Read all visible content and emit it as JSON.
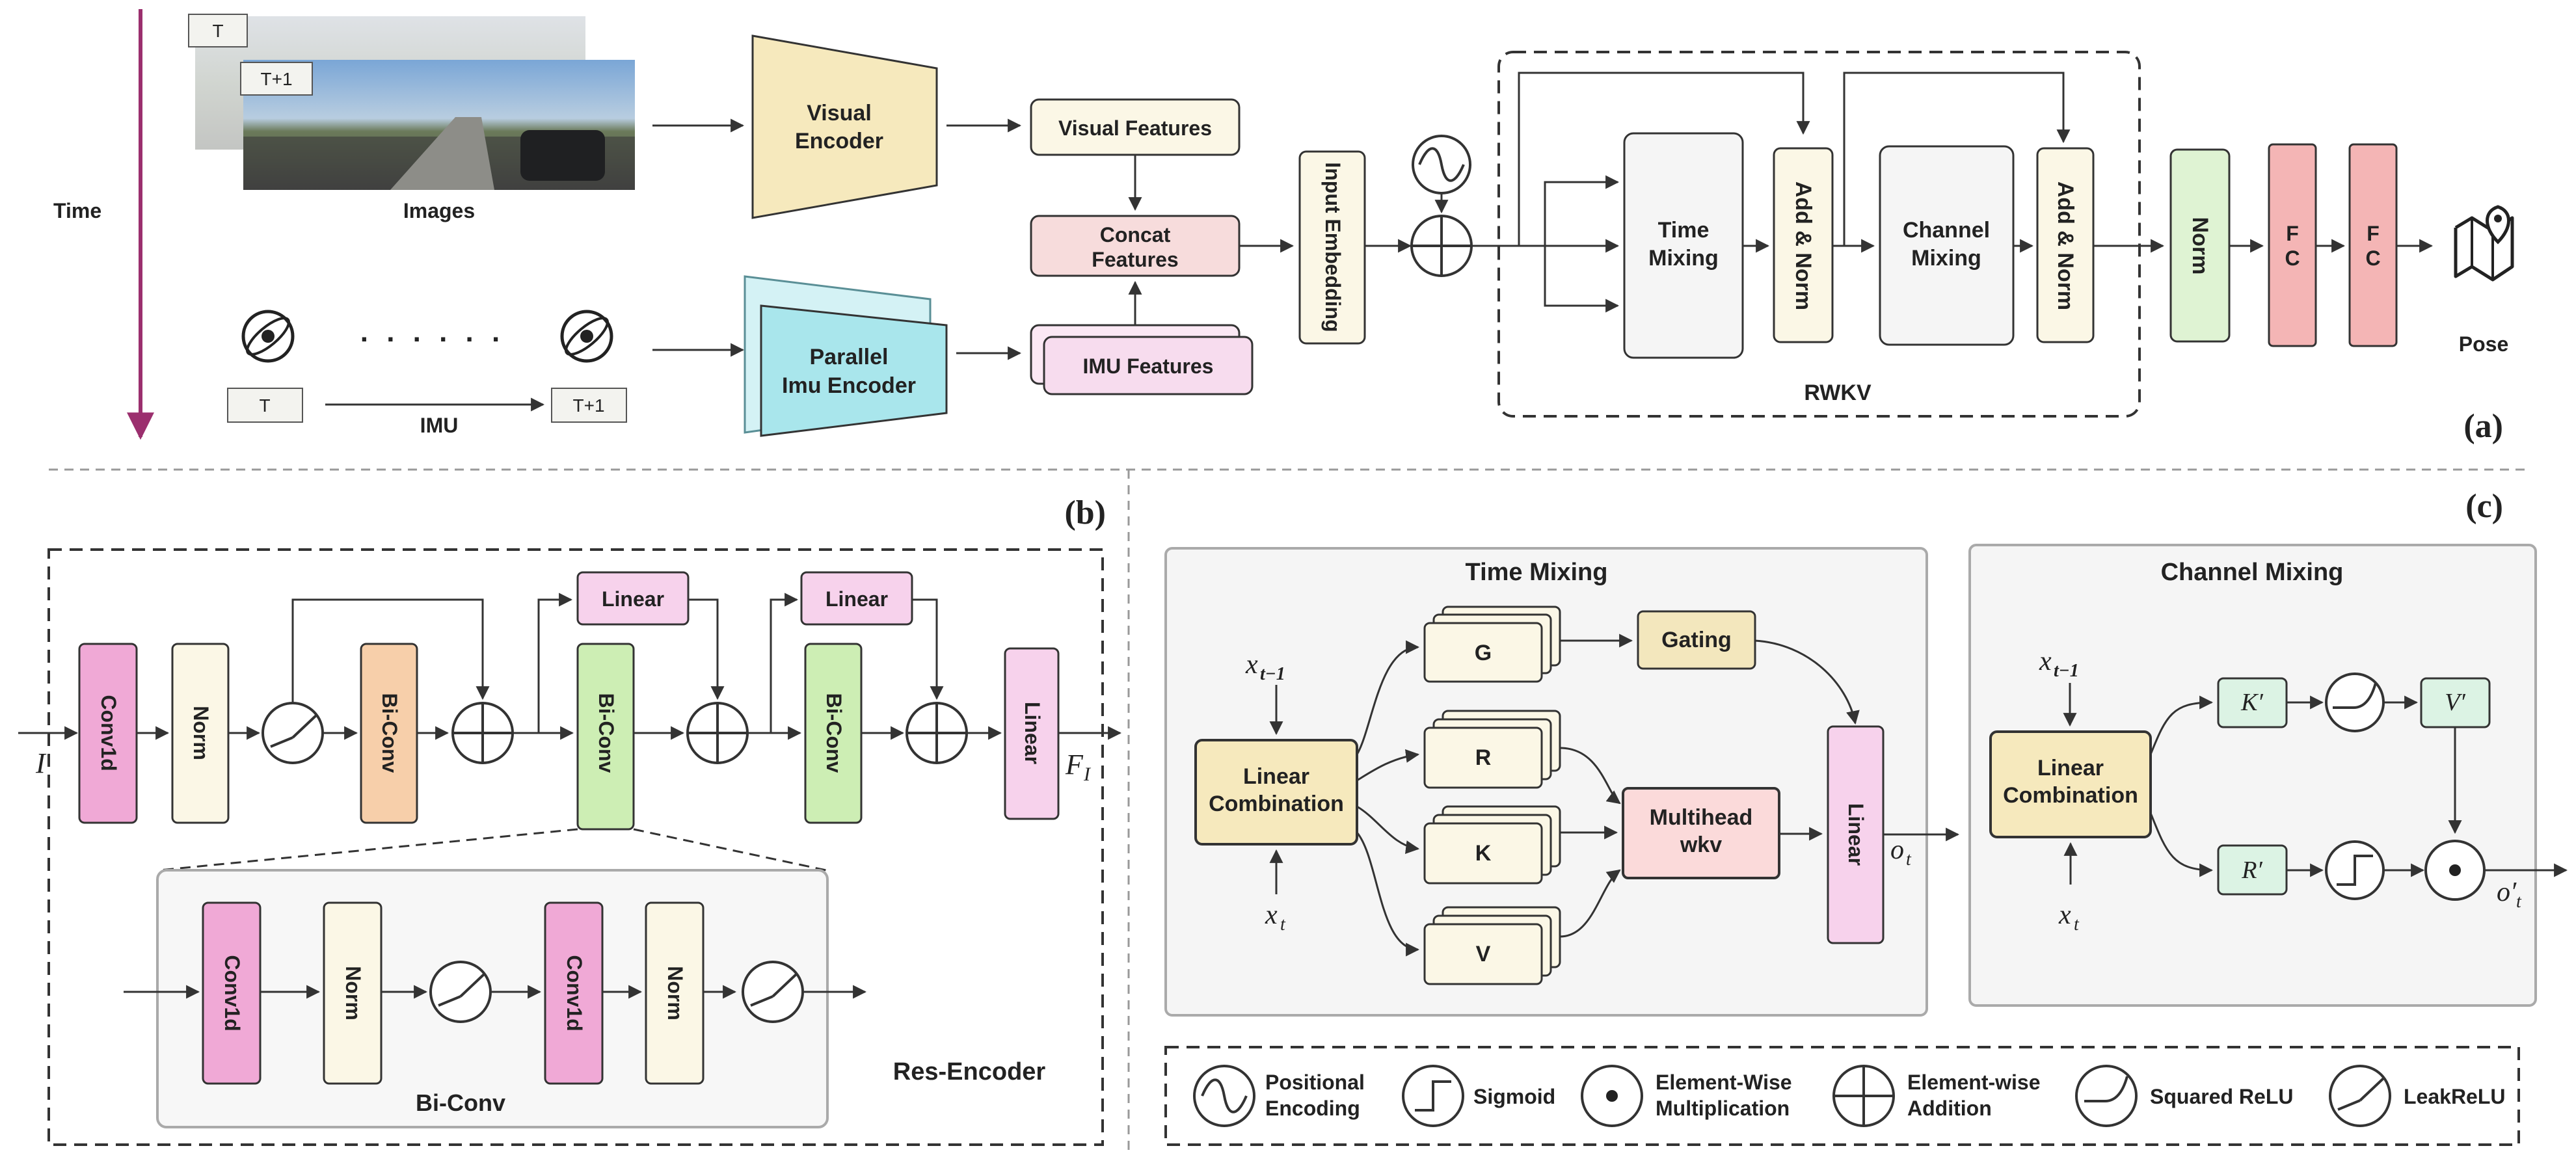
{
  "colors": {
    "time_arrow": "#9b2f6e",
    "visual_encoder": "#f6e9bd",
    "imu_encoder": "#a9e6ec",
    "concat": "#f7dcdc",
    "imu_features": "#f7dcee",
    "cream": "#fbf7e6",
    "norm_green": "#dff3d3",
    "fc_red": "#f4b5b5",
    "conv_pink": "#f0a9d6",
    "biconv_orange": "#f7cfaa",
    "biconv_green": "#cdeeb4",
    "linear_pink": "#f7d2ec",
    "gating": "#f3e7bd",
    "multihead": "#fbdada",
    "mint": "#dcf3e4",
    "panel_bg": "#f5f5f5",
    "border": "#333333"
  },
  "panel_a": {
    "time_label": "Time",
    "frame_t": "T",
    "frame_t1": "T+1",
    "images_label": "Images",
    "imu_dots": ". . . . . .",
    "imu_t": "T",
    "imu_t1": "T+1",
    "imu_label": "IMU",
    "visual_encoder": [
      "Visual",
      "Encoder"
    ],
    "imu_encoder": [
      "Parallel",
      "Imu Encoder"
    ],
    "visual_features": "Visual Features",
    "concat_features": [
      "Concat",
      "Features"
    ],
    "imu_features": "IMU Features",
    "input_embedding": "Input Embedding",
    "time_mixing": [
      "Time",
      "Mixing"
    ],
    "add_norm_1": "Add & Norm",
    "channel_mixing": [
      "Channel",
      "Mixing"
    ],
    "add_norm_2": "Add & Norm",
    "rwkv_label": "RWKV",
    "norm": "Norm",
    "fc1": [
      "F",
      "C"
    ],
    "fc2": [
      "F",
      "C"
    ],
    "pose_label": "Pose",
    "panel_label": "(a)"
  },
  "panel_b": {
    "panel_label": "(b)",
    "input_symbol": "I",
    "conv1d": "Conv1d",
    "norm": "Norm",
    "biconv1": "Bi-Conv",
    "biconv2": "Bi-Conv",
    "biconv3": "Bi-Conv",
    "linear1": "Linear",
    "linear2": "Linear",
    "linear_out": "Linear",
    "output_symbol": "F",
    "output_sub": "I",
    "detail_conv1": "Conv1d",
    "detail_norm1": "Norm",
    "detail_conv2": "Conv1d",
    "detail_norm2": "Norm",
    "detail_label": "Bi-Conv",
    "res_encoder_label": "Res-Encoder"
  },
  "panel_c": {
    "panel_label": "(c)",
    "time_mixing_title": "Time Mixing",
    "x_prev": "x",
    "x_prev_sub": "t−1",
    "x_cur": "x",
    "x_cur_sub": "t",
    "linear_combination": [
      "Linear",
      "Combination"
    ],
    "g": "G",
    "r": "R",
    "k": "K",
    "v": "V",
    "gating": "Gating",
    "multihead": [
      "Multihead",
      "wkv"
    ],
    "linear": "Linear",
    "o_t": "o",
    "o_t_sub": "t",
    "channel_mixing_title": "Channel Mixing",
    "x_prev2": "x",
    "x_prev2_sub": "t−1",
    "x_cur2": "x",
    "x_cur2_sub": "t",
    "linear_combination2": [
      "Linear",
      "Combination"
    ],
    "k_prime": "K′",
    "v_prime": "V′",
    "r_prime": "R′",
    "o_prime": "o′",
    "o_prime_sub": "t"
  },
  "legend": {
    "positional": [
      "Positional",
      "Encoding"
    ],
    "sigmoid": "Sigmoid",
    "elementwise_mult": [
      "Element-Wise",
      "Multiplication"
    ],
    "elementwise_add": [
      "Element-wise",
      "Addition"
    ],
    "squared_relu": "Squared ReLU",
    "leakrelu": "LeakReLU"
  }
}
